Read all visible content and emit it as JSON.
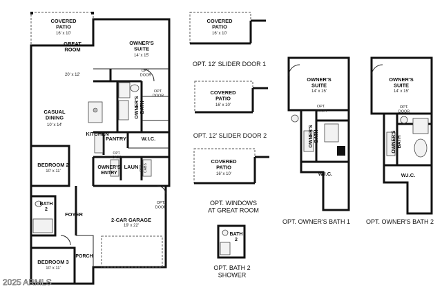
{
  "main_plan": {
    "covered_patio": {
      "name": "COVERED\nPATIO",
      "dims": "16' x 10'"
    },
    "owners_suite": {
      "name": "OWNER'S\nSUITE",
      "dims": "14' x 15'"
    },
    "opt_door_1": "OPT.\nDOOR",
    "opt_door_2": "OPT.\nDOOR",
    "great_room": {
      "name": "GREAT\nROOM",
      "dims": "20' x 12'"
    },
    "owners_bath": "OWNER'S\nBATH",
    "casual_dining": {
      "name": "CASUAL\nDINING",
      "dims": "10' x 14'"
    },
    "kitchen": "KITCHEN",
    "pantry": "PANTRY",
    "wic": "W.I.C.",
    "bedroom2": {
      "name": "BEDROOM 2",
      "dims": "10' x 11'"
    },
    "opt_cabs_1": "OPT.\nCABS",
    "opt_cabs_2": "OPT.\nCABS",
    "owners_entry": "OWNER'S\nENTRY",
    "laun": "LAUN",
    "bath2": "BATH\n2",
    "foyer": "FOYER",
    "opt_door_garage": "OPT.\nDOOR",
    "garage": {
      "name": "2-CAR GARAGE",
      "dims": "19' x 22'"
    },
    "bedroom3": {
      "name": "BEDROOM 3",
      "dims": "10' x 11'"
    },
    "porch": "PORCH"
  },
  "options": {
    "slider1": {
      "patio": "COVERED\nPATIO",
      "dims": "16' x 10'",
      "caption": "OPT. 12' SLIDER DOOR 1"
    },
    "slider2": {
      "patio": "COVERED\nPATIO",
      "dims": "16' x 10'",
      "caption": "OPT. 12' SLIDER DOOR 2"
    },
    "windows": {
      "patio": "COVERED\nPATIO",
      "dims": "16' x 10'",
      "caption": "OPT. WINDOWS\nAT GREAT ROOM"
    },
    "bath2_shower": {
      "label": "BATH\n2",
      "caption": "OPT. BATH 2\nSHOWER"
    },
    "owners_bath1": {
      "suite": "OWNER'S\nSUITE",
      "dims": "14' x 15'",
      "opt_door": "OPT.\nDOOR",
      "bath": "OWNER'S\nBATH",
      "wic": "W.I.C.",
      "caption": "OPT. OWNER'S BATH 1"
    },
    "owners_bath2": {
      "suite": "OWNER'S\nSUITE",
      "dims": "14' x 15'",
      "opt_door": "OPT.\nDOOR",
      "bath": "OWNER'S\nBATH",
      "wic": "W.I.C.",
      "caption": "OPT. OWNER'S BATH 2"
    }
  },
  "watermark": "2025 ARMLS"
}
